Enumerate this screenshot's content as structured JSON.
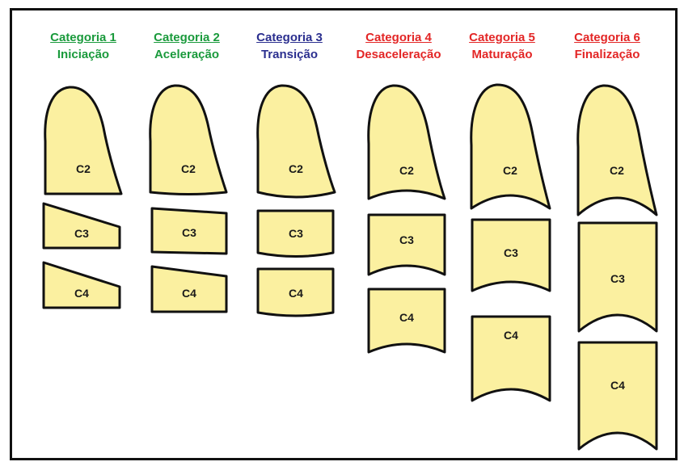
{
  "categories": [
    {
      "title": "Categoria 1",
      "phase": "Iniciação",
      "color": "#1a9a3c",
      "labels": {
        "c2": "C2",
        "c3": "C3",
        "c4": "C4"
      }
    },
    {
      "title": "Categoria 2",
      "phase": "Aceleração",
      "color": "#1a9a3c",
      "labels": {
        "c2": "C2",
        "c3": "C3",
        "c4": "C4"
      }
    },
    {
      "title": "Categoria 3",
      "phase": "Transição",
      "color": "#2b2f8f",
      "labels": {
        "c2": "C2",
        "c3": "C3",
        "c4": "C4"
      }
    },
    {
      "title": "Categoria 4",
      "phase": "Desaceleração",
      "color": "#e32626",
      "labels": {
        "c2": "C2",
        "c3": "C3",
        "c4": "C4"
      }
    },
    {
      "title": "Categoria 5",
      "phase": "Maturação",
      "color": "#e32626",
      "labels": {
        "c2": "C2",
        "c3": "C3",
        "c4": "C4"
      }
    },
    {
      "title": "Categoria 6",
      "phase": "Finalização",
      "color": "#e32626",
      "labels": {
        "c2": "C2",
        "c3": "C3",
        "c4": "C4"
      }
    }
  ],
  "colors": {
    "vertebra_fill": "#fbf0a0",
    "outline": "#111111"
  }
}
